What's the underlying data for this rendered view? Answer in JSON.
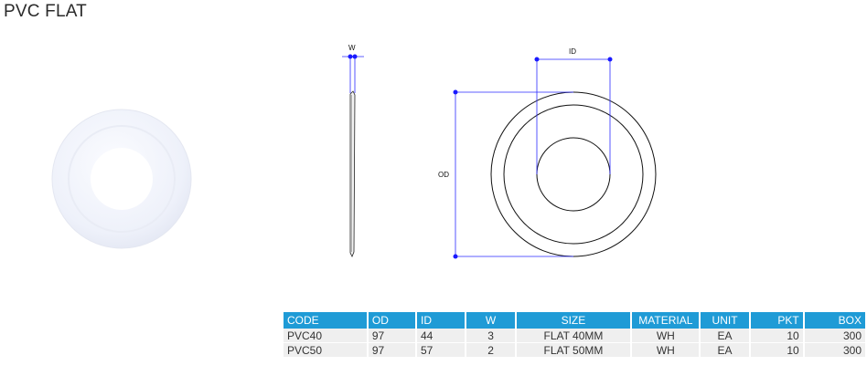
{
  "page": {
    "title": "PVC FLAT"
  },
  "drawing": {
    "labels": {
      "width": "W",
      "inner_diameter": "ID",
      "outer_diameter": "OD"
    },
    "line_color": "#2a2aff"
  },
  "table": {
    "header_color": "#1f9bd6",
    "columns": [
      "CODE",
      "OD",
      "ID",
      "W",
      "SIZE",
      "MATERIAL",
      "UNIT",
      "PKT",
      "BOX"
    ],
    "rows": [
      [
        "PVC40",
        "97",
        "44",
        "3",
        "FLAT 40MM",
        "WH",
        "EA",
        "10",
        "300"
      ],
      [
        "PVC50",
        "97",
        "57",
        "2",
        "FLAT 50MM",
        "WH",
        "EA",
        "10",
        "300"
      ]
    ]
  }
}
